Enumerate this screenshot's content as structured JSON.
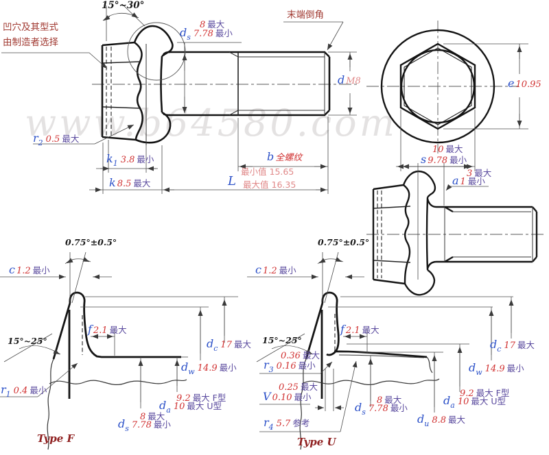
{
  "watermark": {
    "text": "www.b64580.com"
  },
  "colors": {
    "sym-blue": "#2b50c8",
    "val-red": "#d03030",
    "val-pink": "#e08888",
    "sfx-purple": "#5a4a9e",
    "note-red": "#a13a32",
    "cap-red": "#8f2020",
    "watermark": "#cfcccc"
  },
  "notes": {
    "pocket_line1": "凹穴及其型式",
    "pocket_line2": "由制造者选择",
    "end_chamfer": "末端倒角"
  },
  "angles": {
    "head_chamfer": "15°~30°",
    "flange_tolerance": "0.75°±0.5°",
    "flange_cone": "15°~25°"
  },
  "suffix": {
    "max": "最大",
    "min": "最小",
    "ref": "参考",
    "max_f": "最大 F型",
    "max_u": "最大 U型",
    "min_value": "最小值",
    "max_value": "最大值",
    "full_thread": "全螺纹"
  },
  "dims": {
    "ds": {
      "sym": "d",
      "sub": "s",
      "max": "8",
      "min": "7.78"
    },
    "d": {
      "sym": "d",
      "val": "M8"
    },
    "r2": {
      "sym": "r",
      "sub": "2",
      "val": "0.5"
    },
    "k1": {
      "sym": "k",
      "sub": "1",
      "val": "3.8"
    },
    "k": {
      "sym": "k",
      "val": "8.5"
    },
    "b": {
      "sym": "b"
    },
    "L": {
      "sym": "L",
      "min": "15.65",
      "max": "16.35"
    },
    "e": {
      "sym": "e",
      "val": "10.95"
    },
    "s": {
      "sym": "s",
      "max": "10",
      "min": "9.78"
    },
    "three": {
      "val": "3"
    },
    "a": {
      "sym": "a",
      "val": "1"
    },
    "c": {
      "sym": "c",
      "val": "1.2"
    },
    "f": {
      "sym": "f",
      "val": "2.1"
    },
    "r1": {
      "sym": "r",
      "sub": "1",
      "val": "0.4"
    },
    "dc": {
      "sym": "d",
      "sub": "c",
      "val": "17"
    },
    "dw": {
      "sym": "d",
      "sub": "w",
      "val": "14.9"
    },
    "da": {
      "sym": "d",
      "sub": "a",
      "val_f": "9.2",
      "val_u": "10"
    },
    "r3": {
      "sym": "r",
      "sub": "3",
      "max": "0.36",
      "min": "0.16"
    },
    "v": {
      "sym": "V",
      "max": "0.25",
      "min": "0.10"
    },
    "r4": {
      "sym": "r",
      "sub": "4",
      "val": "5.7"
    },
    "du": {
      "sym": "d",
      "sub": "u",
      "val": "8.8"
    }
  },
  "captions": {
    "type_f": "Type F",
    "type_u": "Type U"
  }
}
